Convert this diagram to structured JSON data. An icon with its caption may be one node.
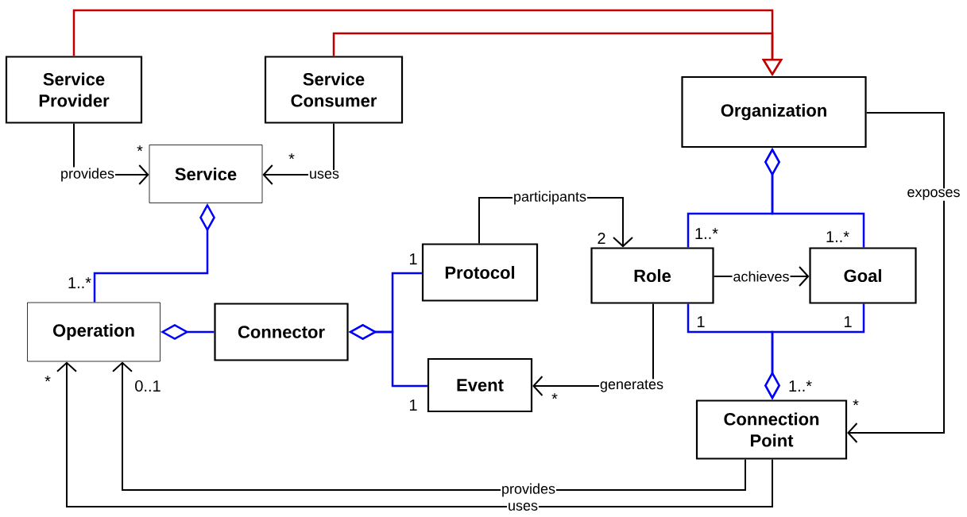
{
  "diagram": {
    "nodes": [
      {
        "text": [
          "Service Provider"
        ]
      },
      {
        "text": [
          "Service Consumer"
        ]
      },
      {
        "text": [
          "Organization"
        ]
      },
      {
        "text": [
          "Service"
        ]
      },
      {
        "text": [
          "Operation"
        ]
      },
      {
        "text": [
          "Connector"
        ]
      },
      {
        "text": [
          "Protocol"
        ]
      },
      {
        "text": [
          "Role"
        ]
      },
      {
        "text": [
          "Goal"
        ]
      },
      {
        "text": [
          "Event"
        ]
      },
      {
        "text": [
          "Connection Point"
        ]
      }
    ],
    "edges": [
      {
        "from": 0,
        "to": 2,
        "arrow": "to",
        "color": "#c00000"
      },
      {
        "from": 1,
        "to": 2,
        "arrow": "to",
        "color": "#c00000"
      },
      {
        "from": 0,
        "to": 3,
        "arrow": "to",
        "label": "provides"
      },
      {
        "from": 1,
        "to": 3,
        "arrow": "to",
        "label": "uses"
      },
      {
        "from": 4,
        "to": 3,
        "arrow": "other",
        "color": "#0000ff"
      },
      {
        "from": 5,
        "to": 4,
        "arrow": "other",
        "color": "#0000ff"
      },
      {
        "from": 6,
        "to": 5,
        "arrow": "other",
        "color": "#0000ff"
      },
      {
        "from": 9,
        "to": 5,
        "arrow": "other",
        "color": "#0000ff"
      },
      {
        "from": 6,
        "to": 7,
        "arrow": "to",
        "label": "participants"
      },
      {
        "from": 7,
        "to": 8,
        "arrow": "to",
        "label": "achieves"
      },
      {
        "from": 7,
        "to": 2,
        "arrow": "other",
        "color": "#0000ff"
      },
      {
        "from": 8,
        "to": 2,
        "arrow": "other",
        "color": "#0000ff"
      },
      {
        "from": 7,
        "to": 10,
        "arrow": "other",
        "color": "#0000ff"
      },
      {
        "from": 8,
        "to": 10,
        "arrow": "other",
        "color": "#0000ff"
      },
      {
        "from": 7,
        "to": 9,
        "arrow": "to",
        "label": "generates"
      },
      {
        "from": 2,
        "to": 10,
        "arrow": "to",
        "label": "exposes"
      },
      {
        "from": 10,
        "to": 4,
        "arrow": "to",
        "label": "provides"
      },
      {
        "from": 10,
        "to": 4,
        "arrow": "to",
        "label": "uses"
      }
    ],
    "labels": [
      "*",
      "*",
      "2",
      "1..*",
      "1..*",
      "1",
      "1..*",
      "1",
      "1",
      "*",
      "0..1",
      "1..*",
      "*",
      "*",
      "1"
    ]
  }
}
